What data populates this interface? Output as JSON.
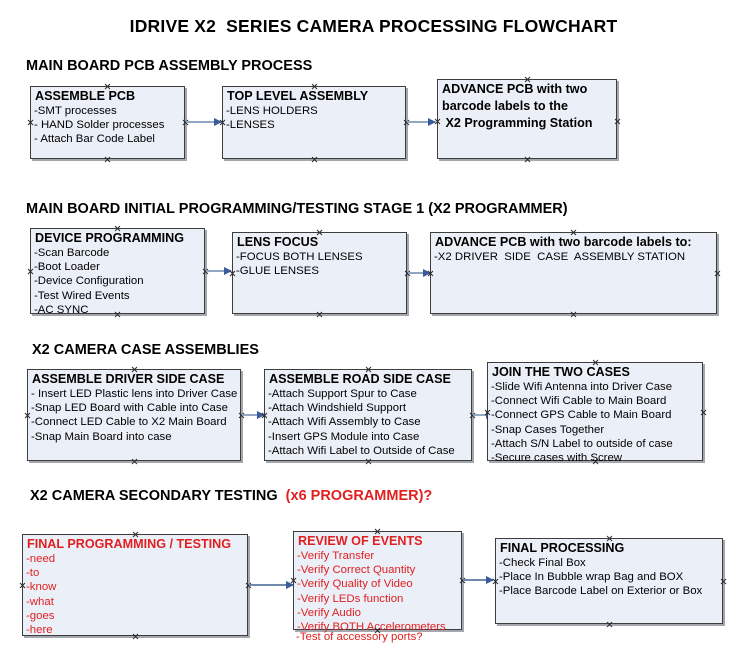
{
  "document": {
    "title": "IDRIVE X2  SERIES CAMERA PROCESSING FLOWCHART"
  },
  "sections": [
    {
      "id": "main-board-pcb-assembly",
      "heading": "MAIN BOARD PCB ASSEMBLY PROCESS",
      "heading_accent": "",
      "nodes": [
        {
          "id": "assemble-pcb",
          "title": "ASSEMBLE PCB",
          "lines": [
            "-SMT processes",
            "- HAND Solder processes",
            "- Attach Bar Code Label"
          ],
          "color": "black"
        },
        {
          "id": "top-level-assembly",
          "title": "TOP LEVEL ASSEMBLY",
          "lines": [
            "-LENS HOLDERS",
            "-LENSES"
          ],
          "color": "black"
        },
        {
          "id": "advance-pcb-programming-station",
          "title": "ADVANCE PCB with two",
          "lines": [
            "barcode labels to the",
            " X2 Programming Station"
          ],
          "color": "black"
        }
      ]
    },
    {
      "id": "main-board-initial-programming",
      "heading": "MAIN BOARD INITIAL PROGRAMMING/TESTING STAGE 1 (X2 PROGRAMMER)",
      "heading_accent": "",
      "nodes": [
        {
          "id": "device-programming",
          "title": "DEVICE PROGRAMMING",
          "lines": [
            "-Scan Barcode",
            "-Boot Loader",
            "-Device Configuration",
            "-Test Wired Events",
            "-AC SYNC"
          ],
          "color": "black"
        },
        {
          "id": "lens-focus",
          "title": "LENS FOCUS",
          "lines": [
            "-FOCUS BOTH LENSES",
            "-GLUE LENSES"
          ],
          "color": "black"
        },
        {
          "id": "advance-pcb-driver-side-case",
          "title": "ADVANCE PCB with two barcode labels to:",
          "lines": [
            "-X2 DRIVER  SIDE  CASE  ASSEMBLY STATION"
          ],
          "color": "black"
        }
      ]
    },
    {
      "id": "x2-camera-case-assemblies",
      "heading": "X2 CAMERA CASE ASSEMBLIES",
      "heading_accent": "",
      "nodes": [
        {
          "id": "assemble-driver-side-case",
          "title": "ASSEMBLE DRIVER SIDE CASE",
          "lines": [
            "- Insert LED Plastic lens into Driver Case",
            "-Snap LED Board with Cable into Case",
            "-Connect LED Cable to X2 Main Board",
            "-Snap Main Board into case"
          ],
          "color": "black"
        },
        {
          "id": "assemble-road-side-case",
          "title": "ASSEMBLE ROAD SIDE CASE",
          "lines": [
            "-Attach Support Spur to Case",
            "-Attach Windshield Support",
            "-Attach Wifi Assembly to Case",
            "-Insert GPS Module into Case",
            "-Attach Wifi Label to Outside of Case"
          ],
          "color": "black"
        },
        {
          "id": "join-the-two-cases",
          "title": "JOIN THE TWO CASES",
          "lines": [
            "-Slide Wifi Antenna into Driver Case",
            "-Connect Wifi Cable to Main Board",
            "-Connect GPS Cable to Main Board",
            "-Snap Cases Together",
            "-Attach S/N Label to outside of case",
            "-Secure cases with Screw"
          ],
          "color": "black"
        }
      ]
    },
    {
      "id": "x2-camera-secondary-testing",
      "heading": "X2 CAMERA SECONDARY TESTING  ",
      "heading_accent": "(x6 PROGRAMMER)?",
      "nodes": [
        {
          "id": "final-programming-testing",
          "title": "FINAL PROGRAMMING / TESTING",
          "lines": [
            "-need",
            "-to",
            "-know",
            "-what",
            "-goes",
            "-here"
          ],
          "color": "red"
        },
        {
          "id": "review-of-events",
          "title": "REVIEW OF EVENTS",
          "lines": [
            "-Verify Transfer",
            "-Verify Correct Quantity",
            "-Verify Quality of Video",
            "-Verify LEDs function",
            "-Verify Audio",
            "-Verify BOTH Accelerometers"
          ],
          "overflow_line": "-Test of accessory ports?",
          "color": "red"
        },
        {
          "id": "final-processing",
          "title": "FINAL PROCESSING",
          "lines": [
            "-Check Final Box",
            "-Place In Bubble wrap Bag and BOX",
            "-Place Barcode Label on Exterior or Box"
          ],
          "color": "black"
        }
      ]
    }
  ],
  "colors": {
    "node_fill": "#ebf0f8",
    "node_border": "#3d3d3d",
    "connector": "#91a7c4",
    "arrow_head": "#3a5b9b",
    "accent_red": "#e02020",
    "text": "#000000"
  }
}
